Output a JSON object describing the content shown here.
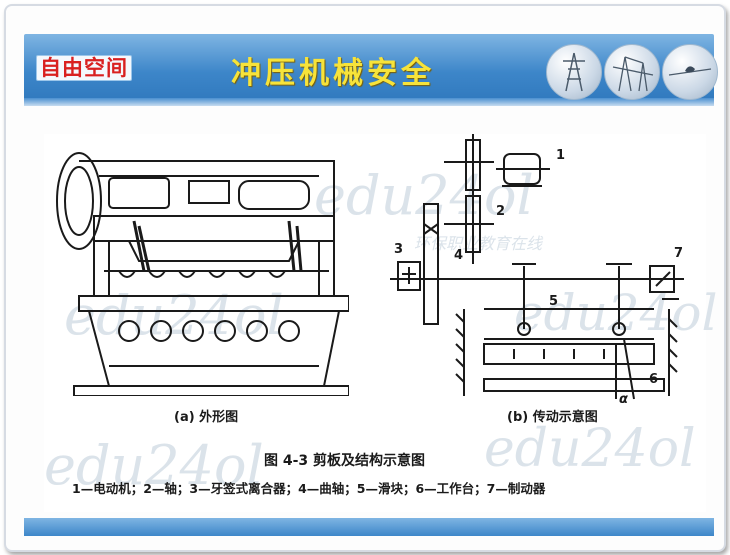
{
  "header": {
    "logo_text": "自由空间",
    "title": "冲压机械安全"
  },
  "figure": {
    "sub_a": "(a) 外形图",
    "sub_b": "(b) 传动示意图",
    "caption": "图 4-3   剪板及结构示意图",
    "legend": "1—电动机；2—轴；3—牙签式离合器；4—曲轴；5—滑块；6—工作台；7—制动器",
    "labels": {
      "n1": "1",
      "n2": "2",
      "n3": "3",
      "n4": "4",
      "n5": "5",
      "n6": "6",
      "n7": "7",
      "alpha": "α"
    }
  },
  "watermark": {
    "text": "edu24ol",
    "sub": "环保职业教育在线"
  },
  "colors": {
    "header": "#3d86c9",
    "title": "#f7e33a",
    "logo": "#d92020"
  }
}
